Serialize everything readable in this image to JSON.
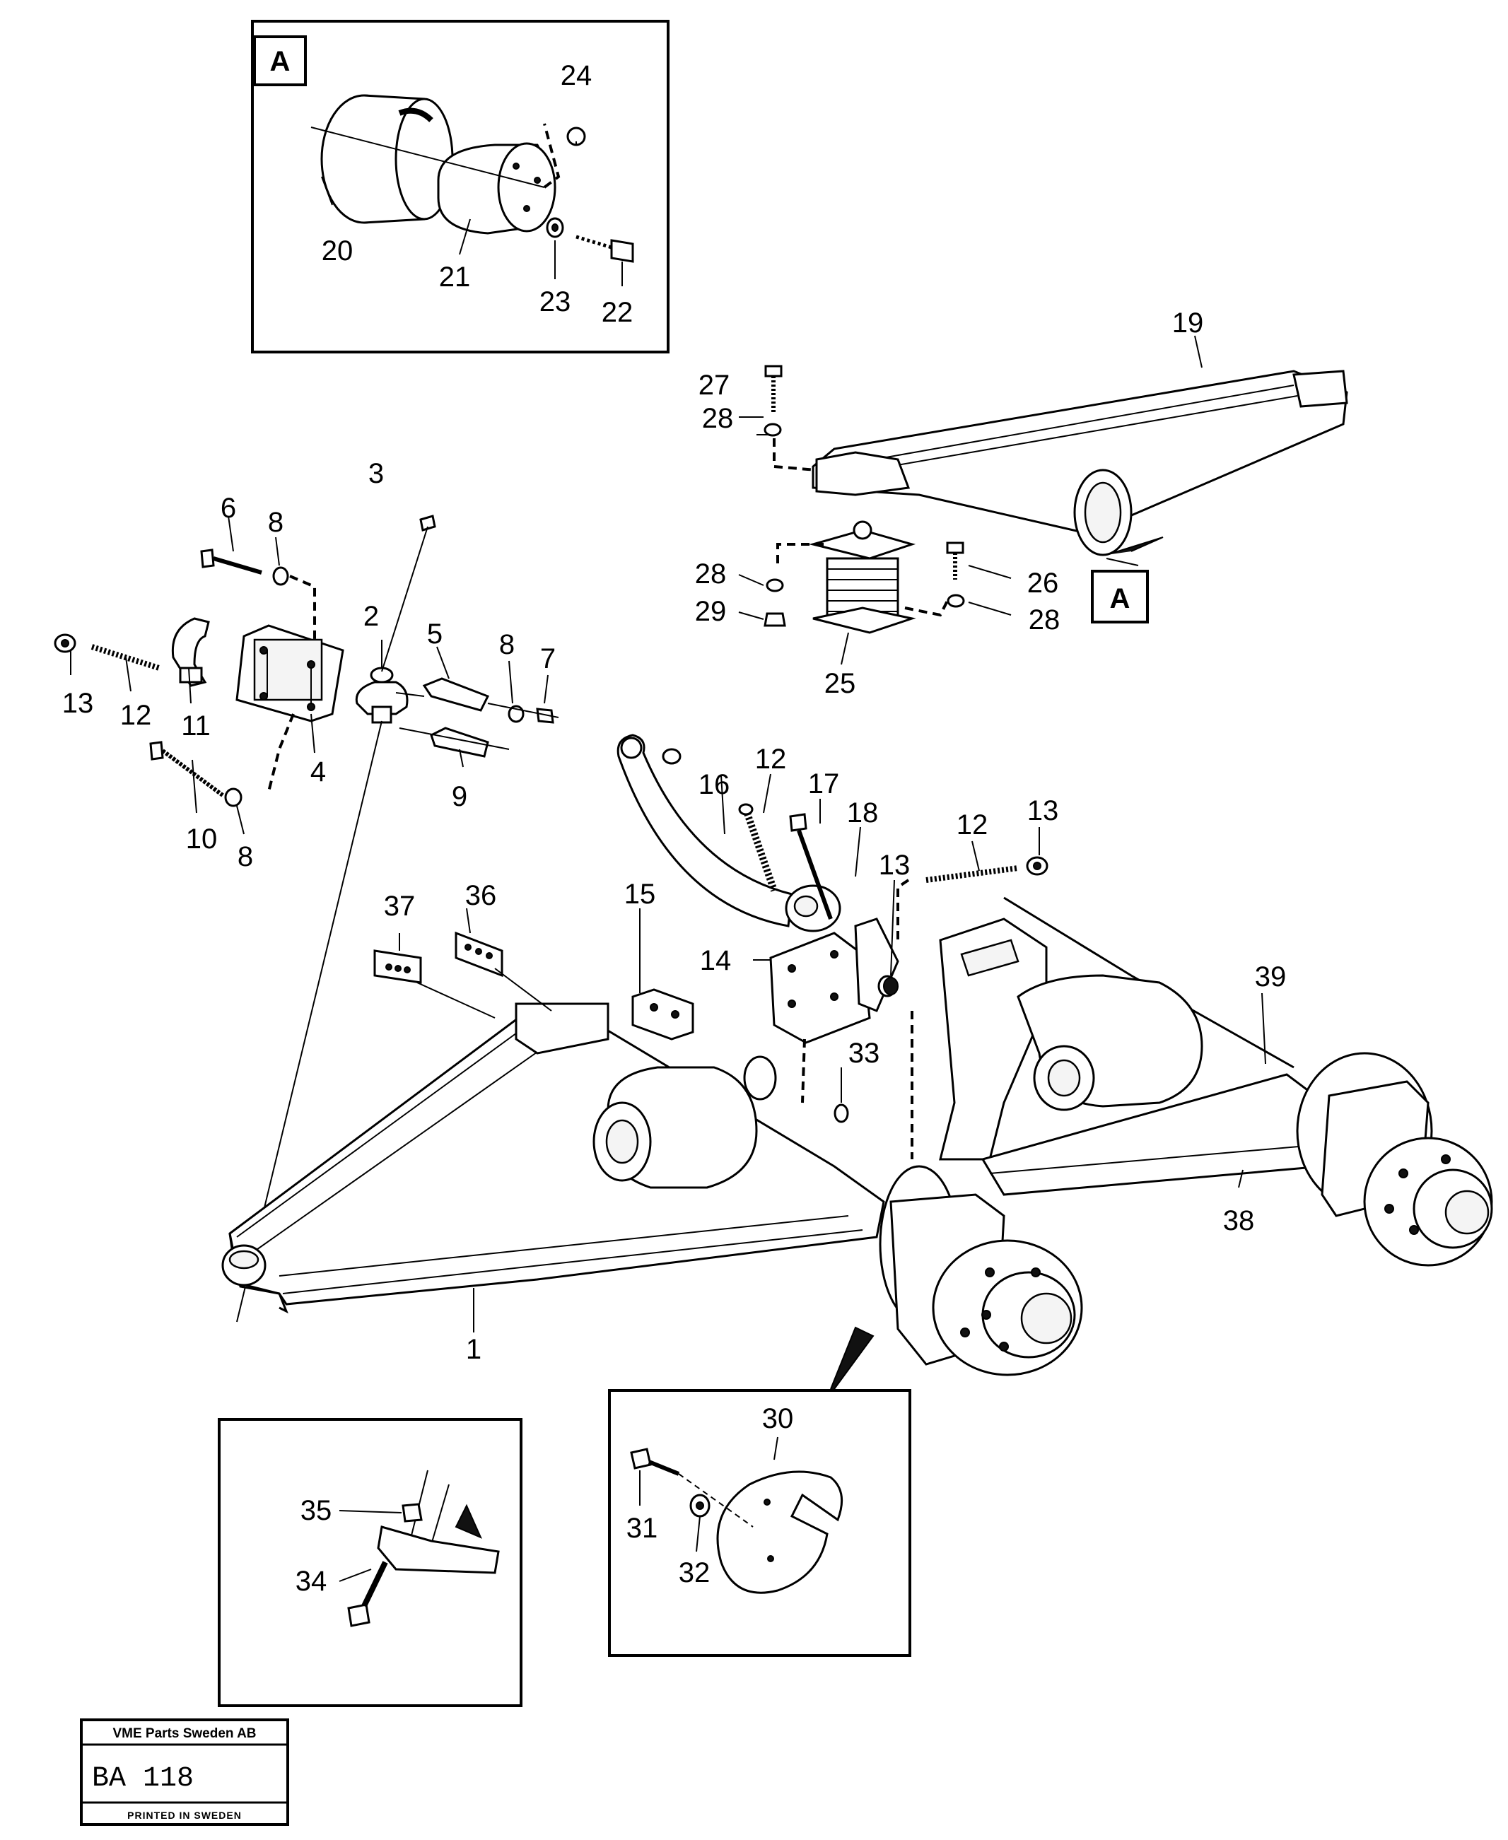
{
  "detail_box_a": {
    "label": "A",
    "callouts": [
      "24",
      "20",
      "21",
      "23",
      "22"
    ]
  },
  "detail_ref_label": "A",
  "main_callouts": {
    "c19": "19",
    "c27": "27",
    "c28a": "28",
    "c28b": "28",
    "c29": "29",
    "c26": "26",
    "c28c": "28",
    "c25": "25",
    "c3": "3",
    "c6": "6",
    "c8a": "8",
    "c2": "2",
    "c5": "5",
    "c8b": "8",
    "c7": "7",
    "c13a": "13",
    "c12a": "12",
    "c11": "11",
    "c4": "4",
    "c9": "9",
    "c10": "10",
    "c8c": "8",
    "c16": "16",
    "c12b": "12",
    "c17": "17",
    "c18": "18",
    "c13b": "13",
    "c12c": "12",
    "c13c": "13",
    "c37": "37",
    "c36": "36",
    "c15": "15",
    "c14": "14",
    "c33": "33",
    "c39": "39",
    "c38": "38",
    "c1": "1"
  },
  "detail_box_bolt": {
    "callouts": [
      "35",
      "34"
    ]
  },
  "detail_box_plate": {
    "callouts": [
      "30",
      "31",
      "32"
    ]
  },
  "stamp": {
    "company": "VME Parts Sweden AB",
    "code": "BA  118",
    "footer": "PRINTED IN SWEDEN"
  }
}
